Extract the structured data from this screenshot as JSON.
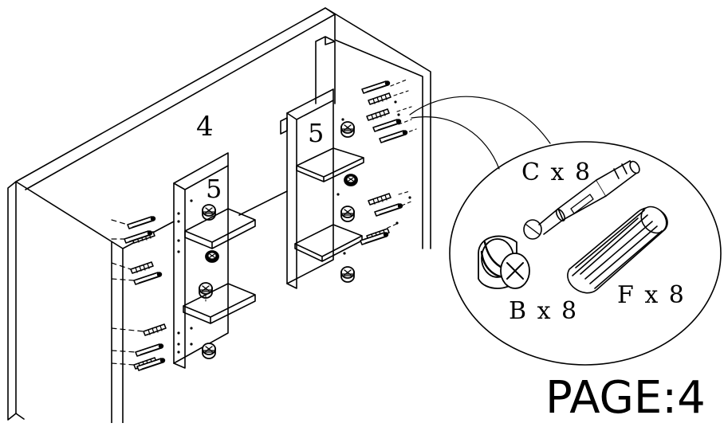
{
  "panel_labels": {
    "back_panel": "4",
    "left_divider": "5",
    "right_divider": "5"
  },
  "hardware": [
    {
      "id": "cam_bolt",
      "label": "C x 8"
    },
    {
      "id": "cam_lock",
      "label": "B x 8"
    },
    {
      "id": "dowel",
      "label": "F x 8"
    }
  ],
  "page_label": "PAGE:4"
}
